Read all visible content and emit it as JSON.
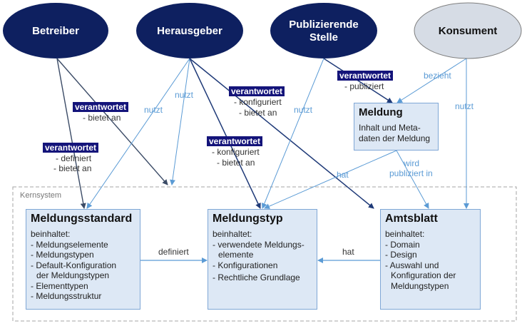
{
  "actors": [
    {
      "id": "betreiber",
      "label": "Betreiber"
    },
    {
      "id": "herausgeber",
      "label": "Herausgeber"
    },
    {
      "id": "publizierende_stelle",
      "label_line1": "Publizierende",
      "label_line2": "Stelle"
    },
    {
      "id": "konsument",
      "label": "Konsument"
    }
  ],
  "frame": {
    "label": "Kernsystem"
  },
  "boxes": {
    "meldung": {
      "title": "Meldung",
      "lines": [
        "Inhalt und Meta-",
        "daten der Meldung"
      ]
    },
    "meldungsstandard": {
      "title": "Meldungsstandard",
      "intro": "beinhaltet:",
      "lines": [
        "- Meldungselemente",
        "- Meldungstypen",
        "- Default-Konfiguration",
        "der Meldungstypen",
        "- Elementtypen",
        "- Meldungsstruktur"
      ]
    },
    "meldungstyp": {
      "title": "Meldungstyp",
      "intro": "beinhaltet:",
      "lines": [
        "- verwendete Meldungs-",
        "elemente",
        "- Konfigurationen",
        "- Rechtliche Grundlage"
      ]
    },
    "amtsblatt": {
      "title": "Amtsblatt",
      "intro": "beinhaltet:",
      "lines": [
        "- Domain",
        "- Design",
        "- Auswahl und",
        "Konfiguration der",
        "Meldungstypen"
      ]
    }
  },
  "edge_labels": {
    "betreiber_bietet": {
      "tag": "verantwortet",
      "lines": [
        "- bietet an"
      ]
    },
    "betreiber_standard": {
      "tag": "verantwortet",
      "lines": [
        "- definiert",
        "- bietet an"
      ]
    },
    "herausgeber_amtsblatt": {
      "tag": "verantwortet",
      "lines": [
        "- konfiguriert",
        "- bietet an"
      ]
    },
    "herausgeber_typ": {
      "tag": "verantwortet",
      "lines": [
        "- konfiguriert",
        "- bietet an"
      ]
    },
    "publ_meldung": {
      "tag": "verantwortet",
      "lines": [
        "- publiziert"
      ]
    },
    "nutzt_1": "nutzt",
    "nutzt_2": "nutzt",
    "nutzt_3": "nutzt",
    "nutzt_4": "nutzt",
    "bezieht": "bezieht",
    "hat_meldung": "hat",
    "wird_publiziert": [
      "wird",
      "publiziert in"
    ],
    "definiert": "definiert",
    "hat_amtsblatt": "hat"
  },
  "colors": {
    "dark_navy": "#0e2060",
    "konsument_fill": "#d6dce5",
    "light_blue_line": "#5b9bd5",
    "dark_line": "#1f3a78",
    "grey_line": "#3b4b66",
    "box_fill": "#dde8f5",
    "box_border": "#7fa7d6",
    "tag_fill": "#14147a"
  }
}
